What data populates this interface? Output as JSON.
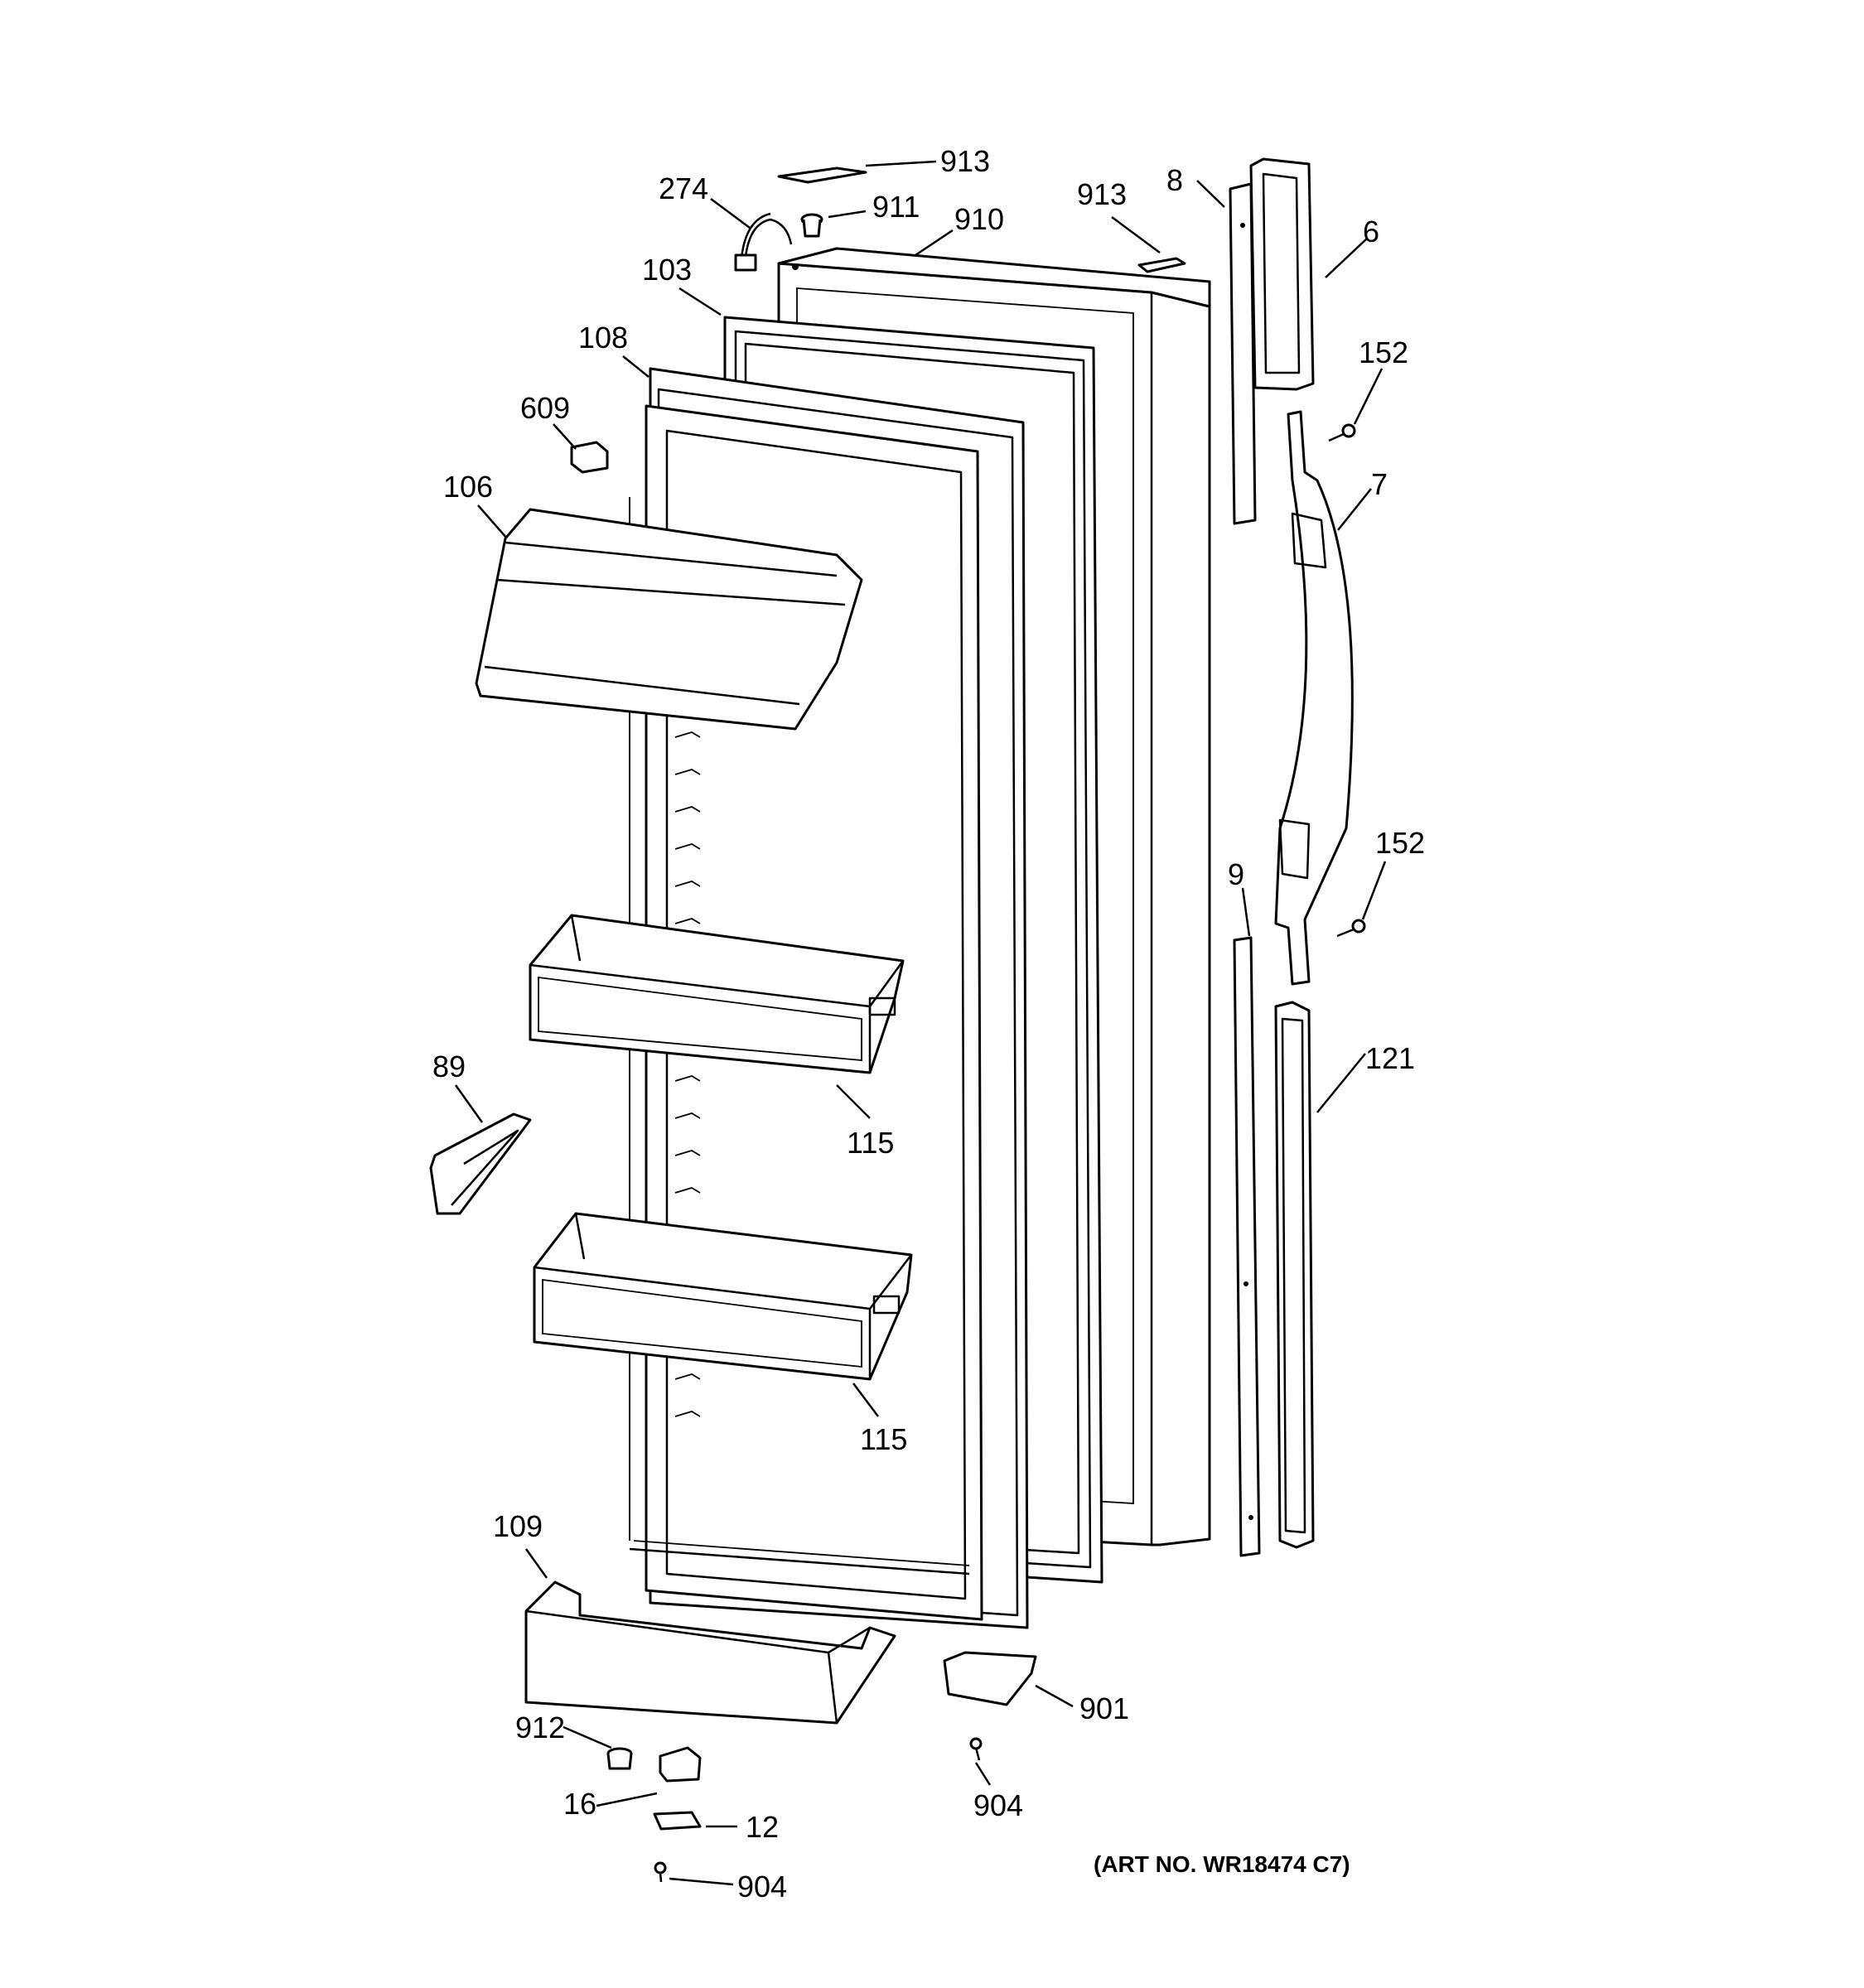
{
  "diagram": {
    "art_number": "(ART NO. WR18474 C7)",
    "callouts": {
      "c913a": "913",
      "c911": "911",
      "c274": "274",
      "c910": "910",
      "c913b": "913",
      "c8": "8",
      "c6": "6",
      "c103": "103",
      "c108": "108",
      "c152a": "152",
      "c609": "609",
      "c106": "106",
      "c7": "7",
      "c152b": "152",
      "c9": "9",
      "c121": "121",
      "c89": "89",
      "c115a": "115",
      "c115b": "115",
      "c109": "109",
      "c901": "901",
      "c912": "912",
      "c904a": "904",
      "c16": "16",
      "c12": "12",
      "c904b": "904"
    }
  }
}
